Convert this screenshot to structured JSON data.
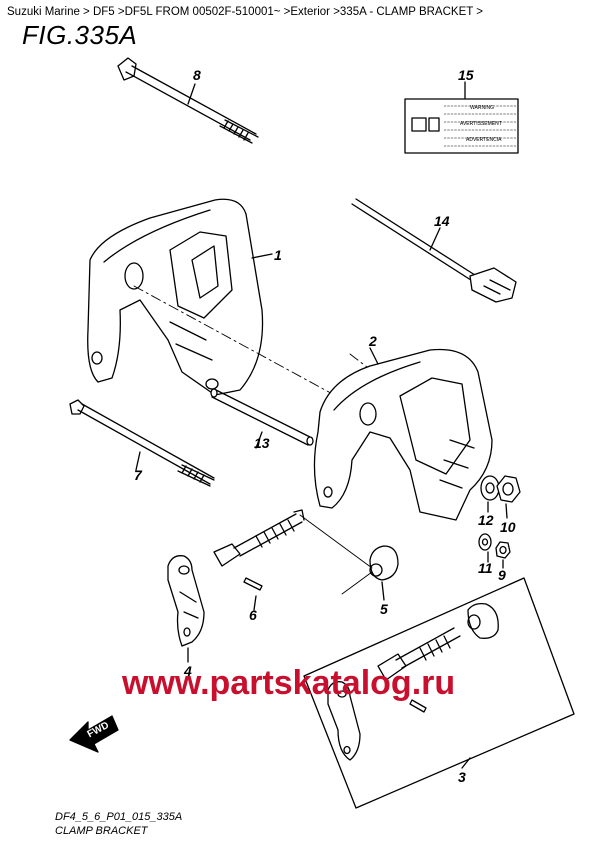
{
  "breadcrumb": "Suzuki Marine > DF5 >DF5L FROM 00502F-510001~ >Exterior >335A - CLAMP BRACKET >",
  "figure_title": "FIG.335A",
  "callouts": {
    "c1": "1",
    "c2": "2",
    "c3": "3",
    "c4": "4",
    "c5": "5",
    "c6": "6",
    "c7": "7",
    "c8": "8",
    "c9": "9",
    "c10": "10",
    "c11": "11",
    "c12": "12",
    "c13": "13",
    "c14": "14",
    "c15": "15"
  },
  "fwd_label": "FWD",
  "watermark": "www.partskatalog.ru",
  "footer_code": "DF4_5_6_P01_015_335A",
  "footer_caption": "CLAMP BRACKET",
  "label_lines": {
    "warning": "WARNING",
    "avertissement": "AVERTISSEMENT",
    "advertencia": "ADVERTENCIA"
  },
  "colors": {
    "watermark": "#c8102e",
    "line": "#000000"
  }
}
